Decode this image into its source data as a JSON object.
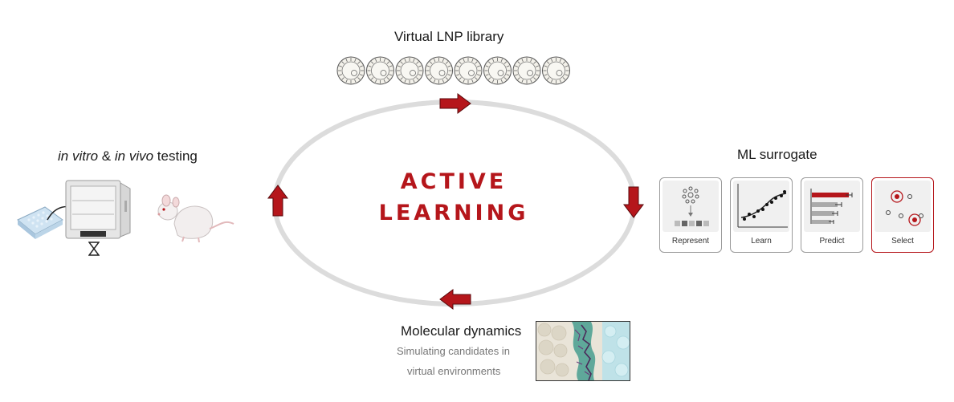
{
  "library": {
    "title": "Virtual LNP library",
    "particle_count": 8
  },
  "cycle": {
    "line1": "ACTIVE",
    "line2": "LEARNING",
    "accent_color": "#b5161b"
  },
  "surrogate": {
    "title": "ML surrogate",
    "steps": [
      {
        "label": "Represent",
        "icon": "represent-icon"
      },
      {
        "label": "Learn",
        "icon": "learn-icon"
      },
      {
        "label": "Predict",
        "icon": "predict-icon"
      },
      {
        "label": "Select",
        "icon": "select-icon"
      }
    ]
  },
  "testing": {
    "part1": "in vitro",
    "part2": " & ",
    "part3": "in vivo",
    "part4": " testing"
  },
  "md": {
    "title": "Molecular dynamics",
    "sub1": "Simulating candidates in",
    "sub2": "virtual environments"
  }
}
